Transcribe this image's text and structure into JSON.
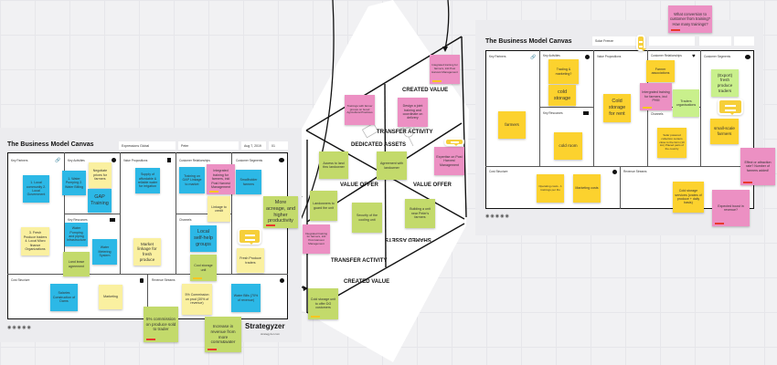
{
  "left_canvas": {
    "title": "The Business Model Canvas",
    "designed_for": "Expressions Global",
    "designed_by": "Peter",
    "date": "Aug 7, 2019",
    "version": "01",
    "sections": [
      "Key Partners",
      "Key Activities",
      "Value Propositions",
      "Customer Relationships",
      "Customer Segments",
      "Key Resources",
      "Channels",
      "Cost Structure",
      "Revenue Streams"
    ],
    "notes": [
      "1. Local community 2. Local Government",
      "3. Fresh Produce traders 4. Local Micro finance Organizations",
      "1. Water Pumping 2. Water Billing",
      "Negotiate prices for farmers",
      "GAP Training",
      "Water Pumping and piping infrastructure",
      "Water Metering System",
      "Land lease agreement",
      "Supply of affordable & reliable water for irrigation",
      "Market linkage for fresh produce",
      "Training on GAP Linkage to market",
      "Integrated training for farmers, inkl Post Harvest Management",
      "Linkage to credit",
      "Local self-help groups",
      "Cool storage unit",
      "Smallholder farmers",
      "More acreage, and higher productivity",
      "Fresh Produce traders",
      "Salaries Construction of Dams",
      "Marketing",
      "5% Commission on prod (30% of revenue)",
      "Water Bills (70% of revenue)",
      "5% commission on produce sold to trader",
      "Increase in revenue from more comm&water"
    ],
    "logo": "Strategyzer",
    "logo_url": "strategyzer.com"
  },
  "right_canvas": {
    "title": "The Business Model Canvas",
    "designed_for": "Solar Freeze",
    "sections": [
      "Key Partners",
      "Key Activities",
      "Value Propositions",
      "Customer Relationships",
      "Customer Segments",
      "Key Resources",
      "Channels",
      "Cost Structure",
      "Revenue Streams"
    ],
    "notes": [
      "farmers",
      "Trading & marketing?",
      "cold storage",
      "cold room",
      "Cold storage for rent",
      "Farmer associations",
      "Intergrated training for farmers, incl PHM",
      "Traders organisations",
      "Solar powered collection centers close to the farm (10 km) Placed parts of the country",
      "(Export) fresh produce traders",
      "small-scale farmers",
      "What conversion to customer from training? How many trainings?",
      "Effect or attraction rate? Number of farmers added!",
      "Expected boost in revenue?",
      "Operating costs - 1 trainings per Ru",
      "Marketing costs",
      "Cold storage services (crates of produce + daily basis)"
    ]
  },
  "diagram": {
    "labels": [
      "CREATED VALUE",
      "TRANSFER ACTIVITY",
      "DEDICATED ASSETS",
      "VALUE OFFER",
      "VALUE OFFER",
      "SHARED ASSETS",
      "TRANSFER ACTIVITY",
      "CREATED VALUE"
    ],
    "notes": [
      "Integrated training for farmers, inkl Post Harvest Management",
      "Trainings with farmer groups on Good Agricultural Practices",
      "Design a joint training and coordinate on delivery",
      "Access to land thru landowner",
      "Agreement with landowner",
      "Expertise on Post Harvest Management",
      "Landowners to guard the unit",
      "Security of the cooling unit",
      "Building a unit near Peter's farmers",
      "Integrated training for farmers, inkl Post Harvest Management",
      "Cold storage unit to offer DG customers"
    ]
  },
  "colors": {
    "blue": "#2cb8e6",
    "pale_yellow": "#faf0a0",
    "yellow": "#fcd22e",
    "green": "#c3da6b",
    "pink": "#ec90c3",
    "red_tag": "#e8392d"
  },
  "icons": [
    "link-icon",
    "check-icon",
    "gift-icon",
    "heart-icon",
    "person-icon",
    "factory-icon",
    "truck-icon",
    "tag-icon",
    "money-bag-icon",
    "chat-bubble-icon"
  ]
}
